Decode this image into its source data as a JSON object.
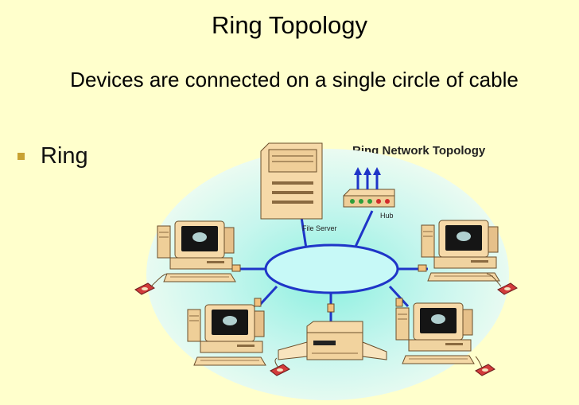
{
  "slide": {
    "title": "Ring Topology",
    "subtitle": "Devices are connected on a single circle of cable",
    "bullet": "Ring"
  },
  "diagram": {
    "title": "Ring Network Topology",
    "labels": {
      "file_server": "File Server",
      "hub": "Hub"
    }
  },
  "colors": {
    "background": "#FFFFCC",
    "bullet": "#C8A232",
    "ring_fill": "#C6F6EE",
    "cable": "#1F35C8",
    "device": "#F6D9A8"
  }
}
